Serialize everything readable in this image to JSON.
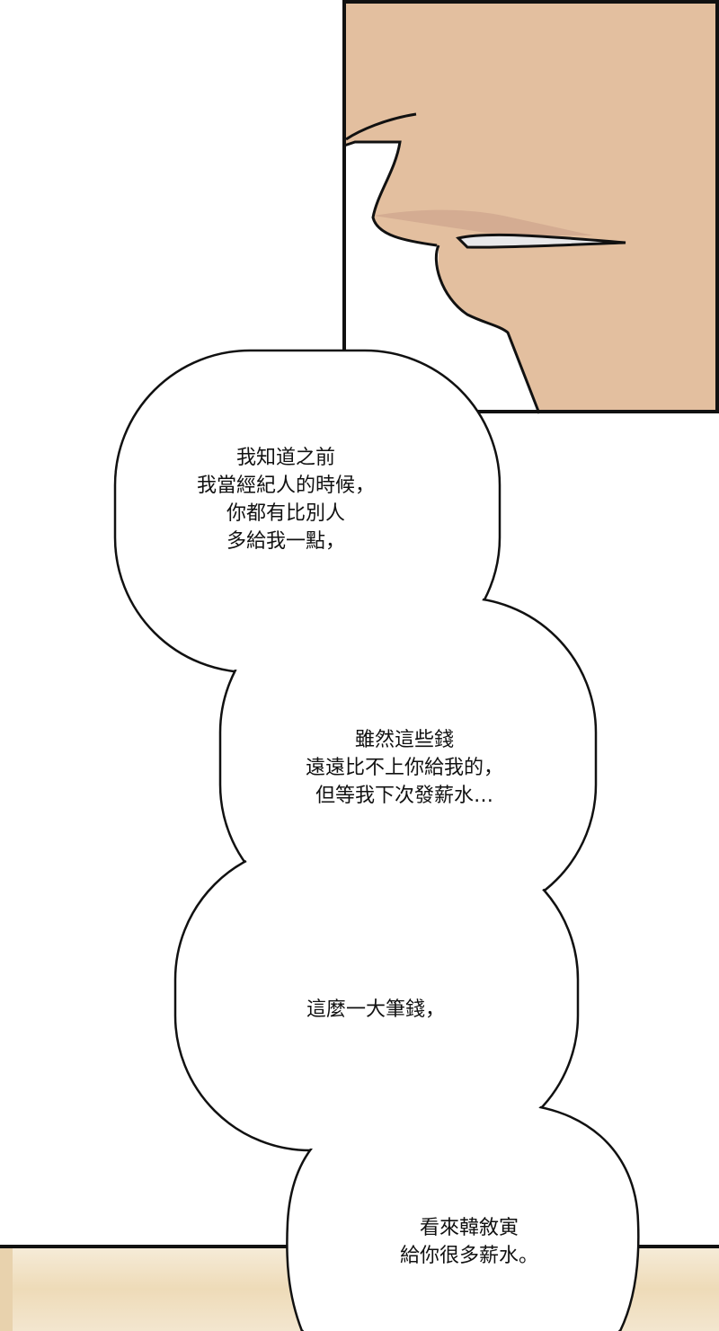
{
  "colors": {
    "skin": "#e3bf9f",
    "lip": "#c89c88",
    "floor": "#efe0c4",
    "ink": "#111111"
  },
  "bubbles": [
    {
      "lines": [
        "我知道之前",
        "我當經紀人的時候，",
        "你都有比別人",
        "多給我一點，"
      ]
    },
    {
      "lines": [
        "雖然這些錢",
        "遠遠比不上你給我的，",
        "但等我下次發薪水…"
      ]
    },
    {
      "lines": [
        "這麼一大筆錢，"
      ]
    },
    {
      "lines": [
        "看來韓敘寅",
        "給你很多薪水。"
      ]
    }
  ]
}
